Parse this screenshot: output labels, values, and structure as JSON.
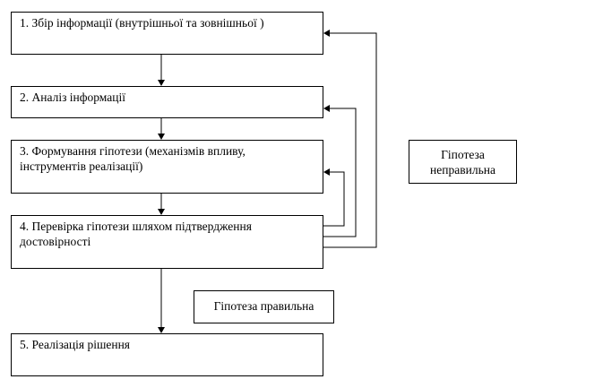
{
  "diagram": {
    "steps": [
      {
        "label": "1. Збір інформації (внутрішньої та зовнішньої )"
      },
      {
        "label": "2. Аналіз інформації"
      },
      {
        "label": "3. Формування гіпотези (механізмів впливу,\nінструментів реалізації)"
      },
      {
        "label": "4. Перевірка гіпотези шляхом підтвердження\nдостовірності"
      },
      {
        "label": "5. Реалізація рішення"
      }
    ],
    "notes": {
      "incorrect": "Гіпотеза\nнеправильна",
      "correct": "Гіпотеза правильна"
    },
    "colors": {
      "line": "#000000",
      "background": "#ffffff"
    }
  }
}
